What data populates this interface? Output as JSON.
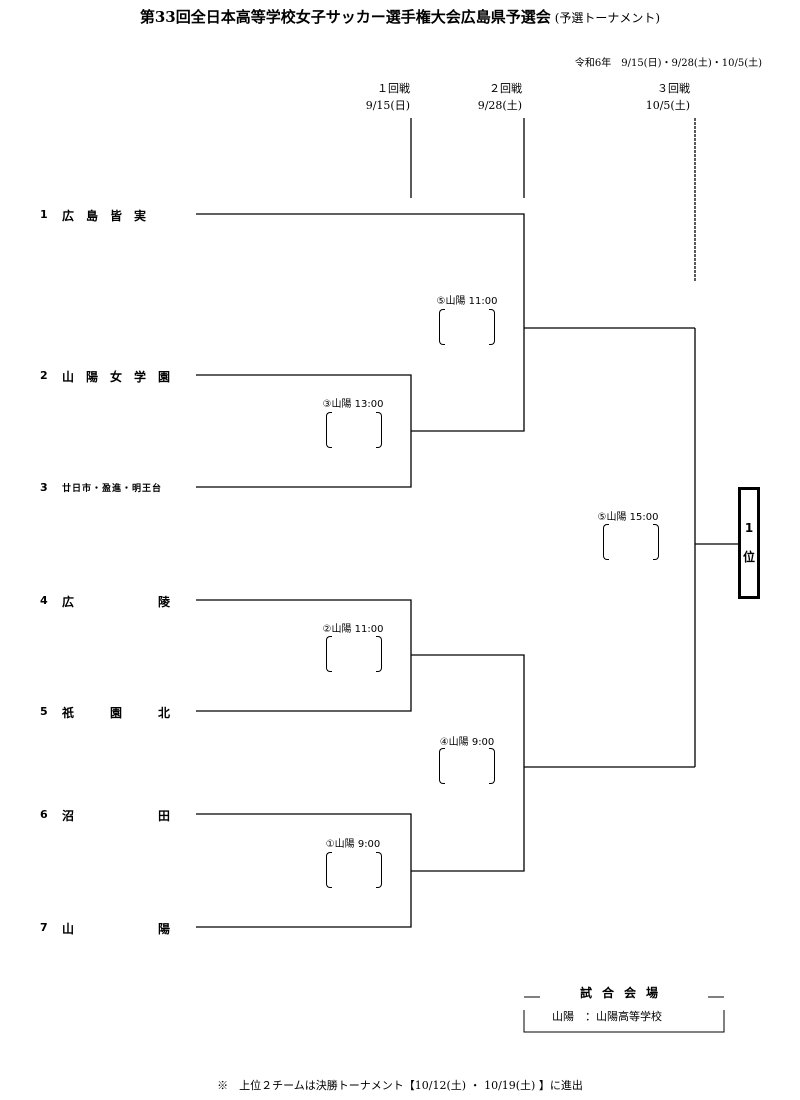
{
  "header": {
    "title": "第33回全日本高等学校女子サッカー選手権大会広島県予選会",
    "subtitle": "(予選トーナメント)",
    "dates": "令和6年　9/15(日)・9/28(土)・10/5(土)"
  },
  "rounds": [
    {
      "name": "１回戦",
      "date": "9/15(日)"
    },
    {
      "name": "２回戦",
      "date": "9/28(土)"
    },
    {
      "name": "３回戦",
      "date": "10/5(土)"
    }
  ],
  "teams": [
    {
      "no": "1",
      "name": "広　島　皆　実"
    },
    {
      "no": "2",
      "name": "山　陽　女　学　園"
    },
    {
      "no": "3",
      "name": "廿日市・盈進・明王台"
    },
    {
      "no": "4",
      "name": "広　　　　　　　陵"
    },
    {
      "no": "5",
      "name": "祇　　　園　　　北"
    },
    {
      "no": "6",
      "name": "沼　　　　　　　田"
    },
    {
      "no": "7",
      "name": "山　　　　　　　陽"
    }
  ],
  "matches": {
    "m1": "①山陽 9:00",
    "m2": "②山陽 11:00",
    "m3": "③山陽 13:00",
    "m4": "④山陽 9:00",
    "m5a": "⑤山陽 11:00",
    "m5b": "⑤山陽 15:00"
  },
  "winner": {
    "rank_num": "1",
    "rank_unit": "位"
  },
  "venue": {
    "title": "試合会場",
    "text": "山陽　：山陽高等学校"
  },
  "footnote": "※　上位２チームは決勝トーナメント【10/12(土) ・ 10/19(土) 】に進出"
}
